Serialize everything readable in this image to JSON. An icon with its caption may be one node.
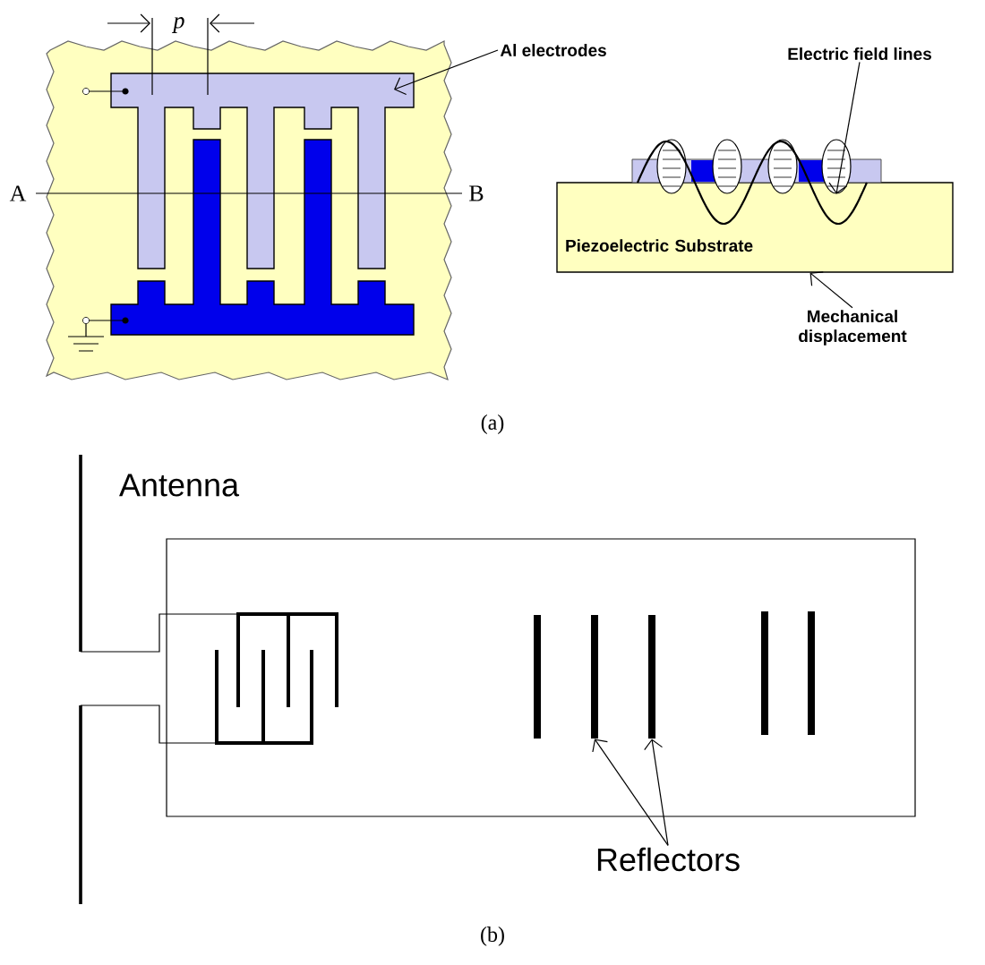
{
  "diagram": {
    "nodes": [
      {
        "text": [
          "Al electrodes"
        ]
      },
      {
        "text": [
          "Electric field lines"
        ]
      },
      {
        "text": [
          "Piezoelectric Substrate"
        ]
      },
      {
        "text": [
          "Mechanical displacement"
        ]
      },
      {
        "text": [
          "Reflectors"
        ]
      },
      {
        "text": [],
        "shape": "bar"
      },
      {
        "text": [],
        "shape": "bar"
      },
      {
        "text": [],
        "shape": "bar"
      },
      {
        "text": [],
        "shape": "bar"
      },
      {
        "text": [],
        "shape": "bar"
      },
      {
        "text": [],
        "shape": "ellipse"
      }
    ],
    "edges": [
      {
        "from": 0,
        "to": null,
        "arrow": "to"
      },
      {
        "from": 1,
        "to": 10,
        "arrow": "to"
      },
      {
        "from": 3,
        "to": 2,
        "arrow": "to"
      },
      {
        "from": 4,
        "to": 6,
        "arrow": "to"
      },
      {
        "from": 4,
        "to": 7,
        "arrow": "to"
      }
    ],
    "labels": [
      "p",
      "A",
      "B",
      "(a)",
      "Antenna",
      "(b)"
    ]
  }
}
